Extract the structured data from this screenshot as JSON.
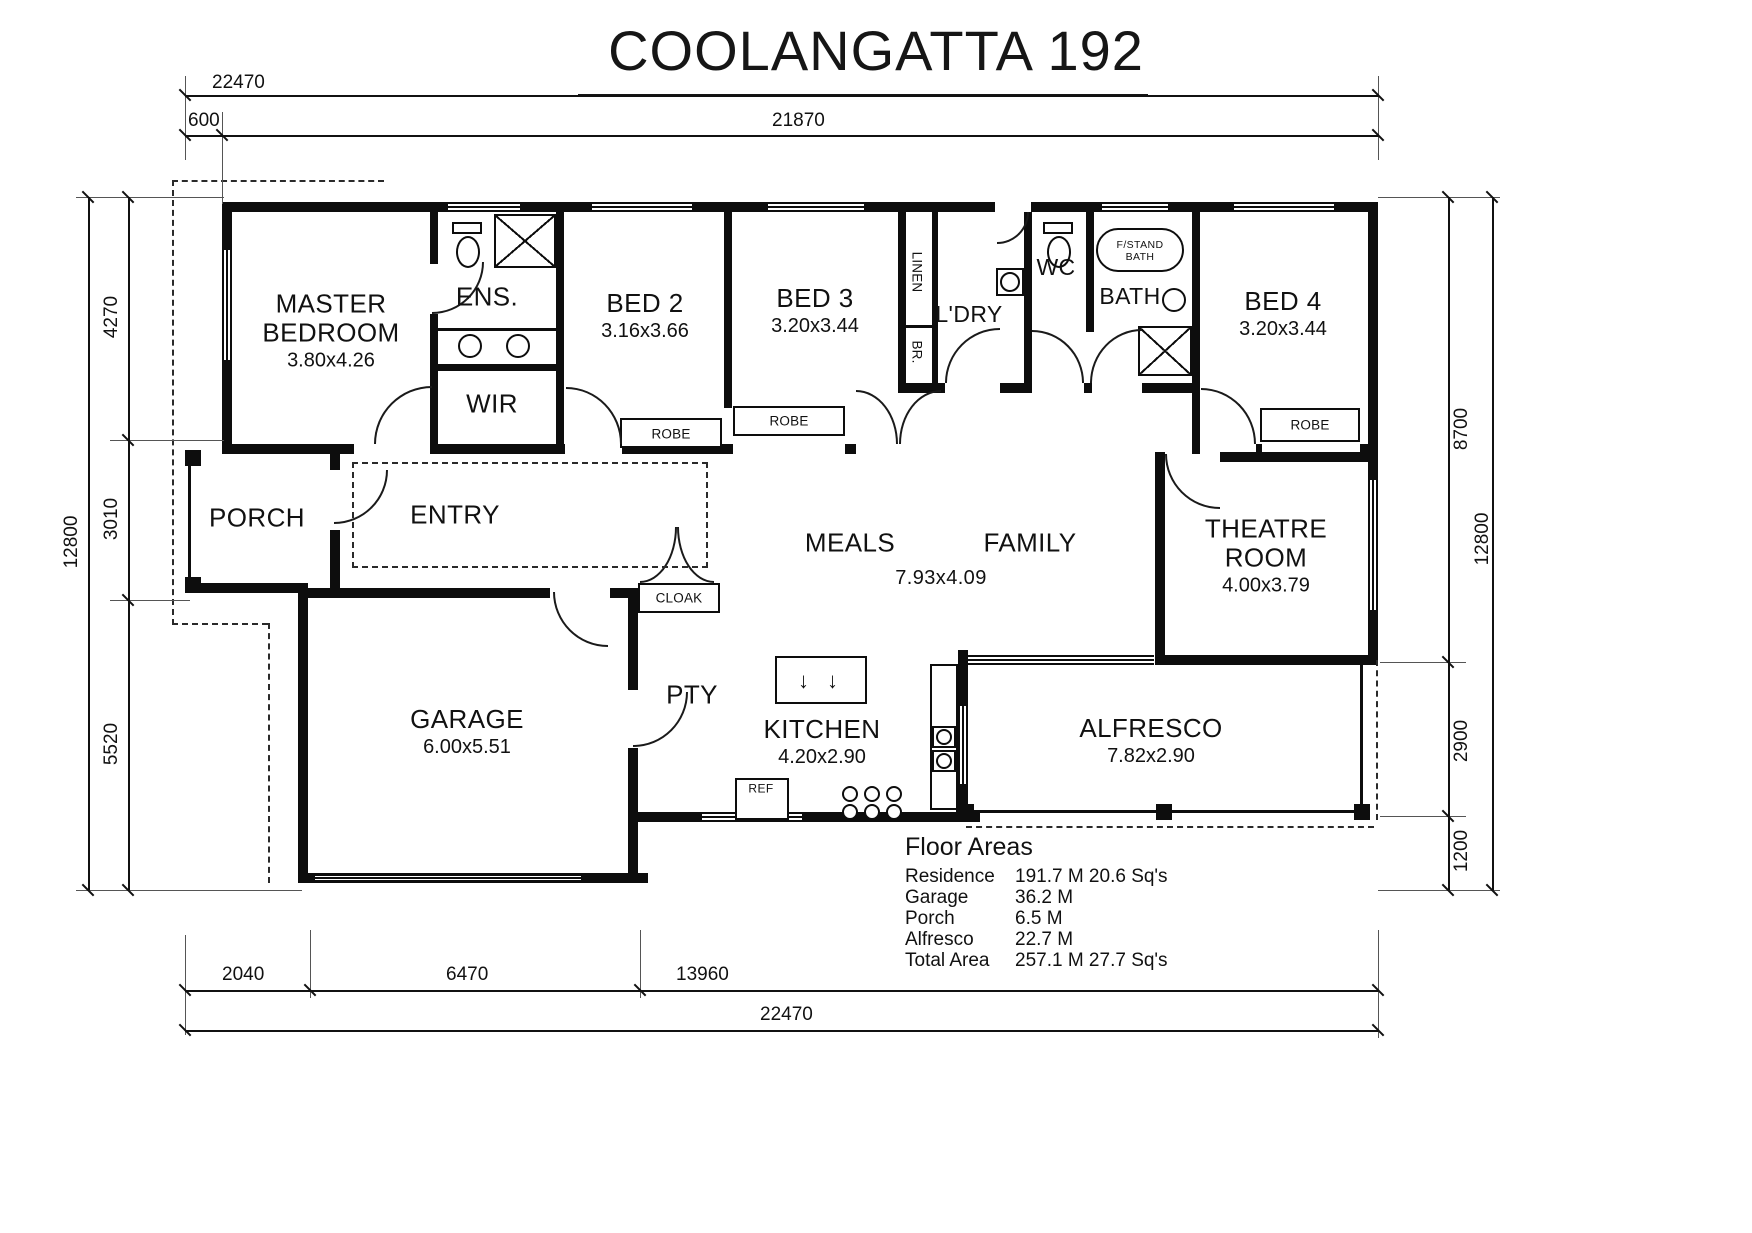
{
  "title": "COOLANGATTA 192",
  "rooms": {
    "master_bedroom": {
      "name": "MASTER\nBEDROOM",
      "dims": "3.80x4.26"
    },
    "ensuite": {
      "name": "ENS."
    },
    "wir": {
      "name": "WIR"
    },
    "bed2": {
      "name": "BED 2",
      "dims": "3.16x3.66"
    },
    "bed3": {
      "name": "BED 3",
      "dims": "3.20x3.44"
    },
    "linen": {
      "name": "LINEN"
    },
    "broom_cupboard": {
      "name": "BR."
    },
    "laundry": {
      "name": "L'DRY"
    },
    "wc": {
      "name": "WC"
    },
    "bath": {
      "name": "BATH"
    },
    "freestanding_bath": {
      "name": "F/STAND\nBATH"
    },
    "bed4": {
      "name": "BED 4",
      "dims": "3.20x3.44"
    },
    "robe_bed2": {
      "name": "ROBE"
    },
    "robe_bed3": {
      "name": "ROBE"
    },
    "robe_bed4": {
      "name": "ROBE"
    },
    "porch": {
      "name": "PORCH"
    },
    "entry": {
      "name": "ENTRY"
    },
    "cloak": {
      "name": "CLOAK"
    },
    "meals": {
      "name": "MEALS"
    },
    "family": {
      "name": "FAMILY"
    },
    "meals_family_dims": "7.93x4.09",
    "theatre": {
      "name": "THEATRE\nROOM",
      "dims": "4.00x3.79"
    },
    "garage": {
      "name": "GARAGE",
      "dims": "6.00x5.51"
    },
    "pantry": {
      "name": "PTY"
    },
    "kitchen": {
      "name": "KITCHEN",
      "dims": "4.20x2.90"
    },
    "fridge": {
      "name": "REF"
    },
    "alfresco": {
      "name": "ALFRESCO",
      "dims": "7.82x2.90"
    }
  },
  "icons": {
    "dishwasher_arrows": "↓ ↓"
  },
  "dimensions": {
    "top": {
      "total": "22470",
      "eave": "600",
      "wall": "21870"
    },
    "left": {
      "outer": "12800",
      "a": "4270",
      "b": "3010",
      "c": "5520"
    },
    "right": {
      "outer": "12800",
      "a": "8700",
      "b": "2900",
      "c": "1200"
    },
    "bottom": {
      "a": "2040",
      "b": "6470",
      "c": "13960",
      "total": "22470"
    }
  },
  "floor_areas": {
    "heading": "Floor Areas",
    "rows": [
      {
        "label": "Residence",
        "value": "191.7 M 20.6 Sq's"
      },
      {
        "label": "Garage",
        "value": "36.2 M"
      },
      {
        "label": "Porch",
        "value": "6.5 M"
      },
      {
        "label": "Alfresco",
        "value": "22.7 M"
      },
      {
        "label": "Total Area",
        "value": "257.1 M 27.7 Sq's"
      }
    ]
  }
}
